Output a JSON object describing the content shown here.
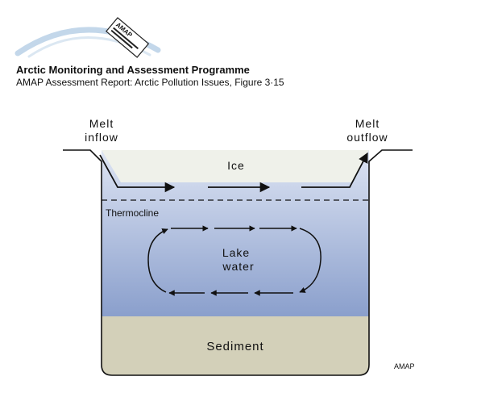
{
  "header": {
    "logo_text": "AMAP",
    "title": "Arctic Monitoring and Assessment Programme",
    "subtitle": "AMAP Assessment Report: Arctic Pollution Issues, Figure 3·15"
  },
  "diagram": {
    "inflow_label_line1": "Melt",
    "inflow_label_line2": "inflow",
    "outflow_label_line1": "Melt",
    "outflow_label_line2": "outflow",
    "ice_label": "Ice",
    "thermocline_label": "Thermocline",
    "water_label_line1": "Lake",
    "water_label_line2": "water",
    "sediment_label": "Sediment",
    "credit": "AMAP"
  },
  "colors": {
    "ice": "#eff1ea",
    "water_top": "#d8e0f2",
    "water_bottom": "#8a9fcc",
    "sediment": "#d3d0b9",
    "outline": "#111111",
    "logo_arc": "#bcd3e8"
  }
}
